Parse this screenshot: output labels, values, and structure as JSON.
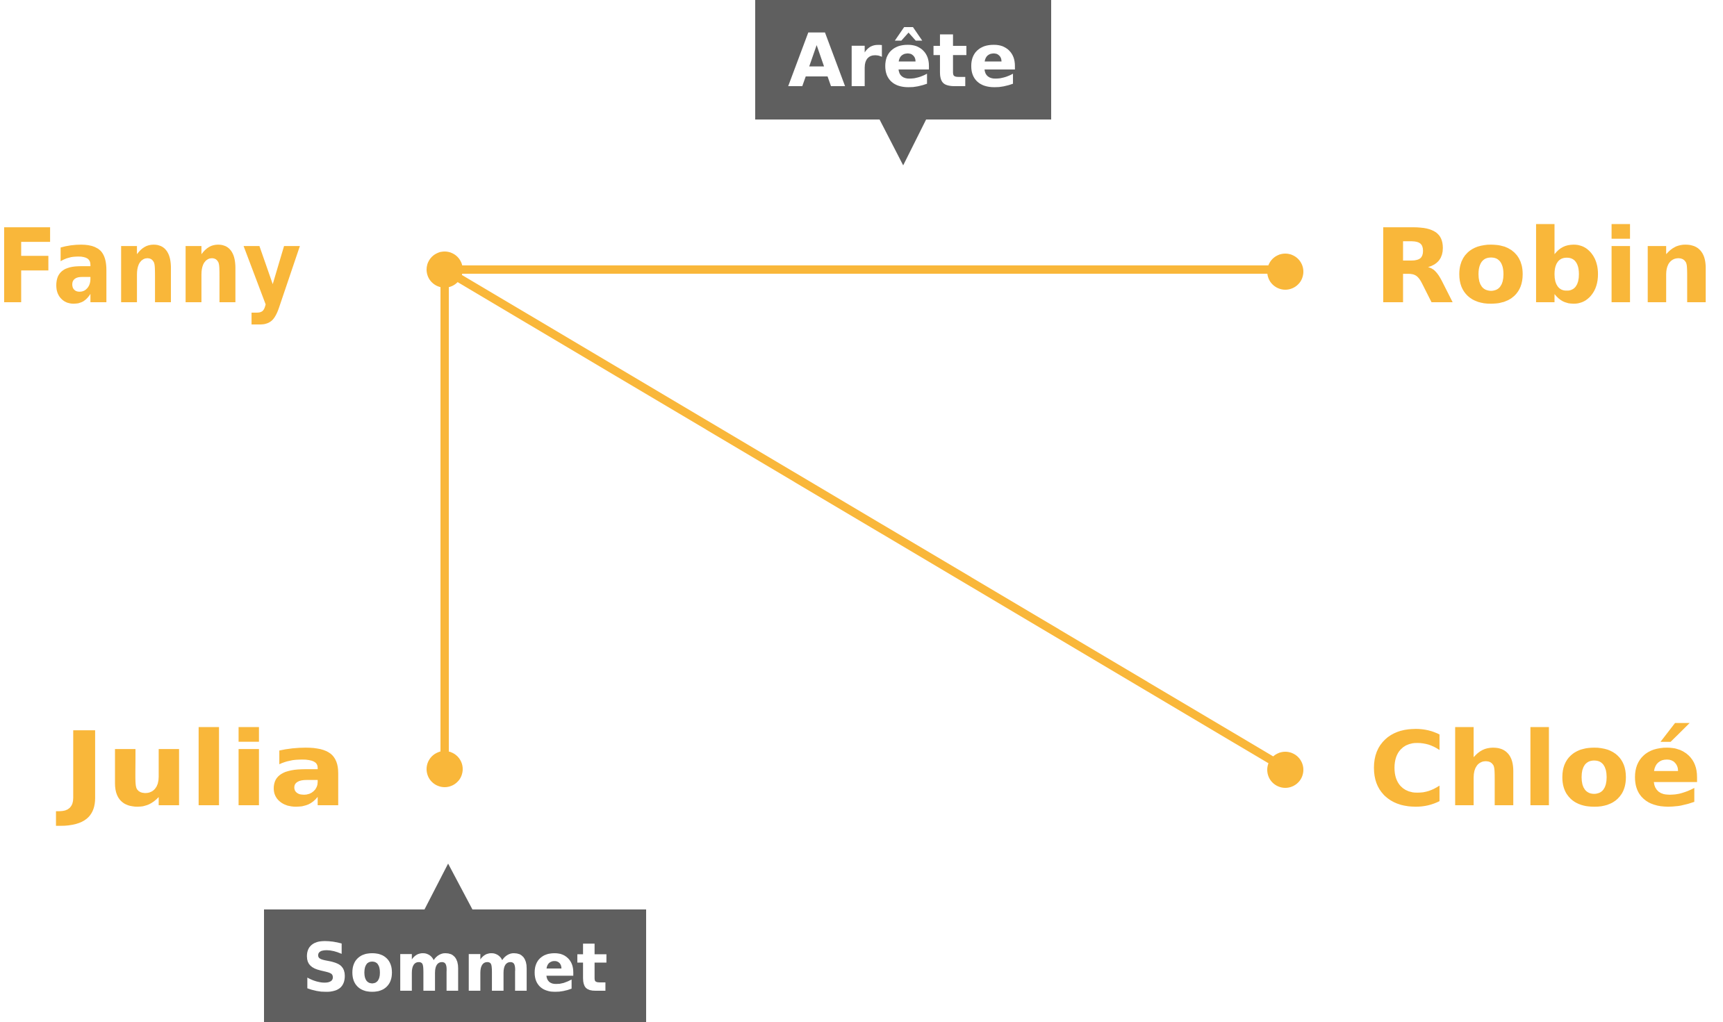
{
  "colors": {
    "accent": "#F9B73A",
    "callout_bg": "#5F5F5F",
    "callout_text": "#FFFFFF",
    "background": "#FFFFFF"
  },
  "nodes": {
    "fanny": {
      "label": "Fanny"
    },
    "robin": {
      "label": "Robin"
    },
    "julia": {
      "label": "Julia"
    },
    "chloe": {
      "label": "Chloé"
    }
  },
  "edges": [
    {
      "from": "fanny",
      "to": "robin"
    },
    {
      "from": "fanny",
      "to": "julia"
    },
    {
      "from": "fanny",
      "to": "chloe"
    }
  ],
  "callouts": {
    "edge": {
      "label": "Arête"
    },
    "vertex": {
      "label": "Sommet"
    }
  }
}
